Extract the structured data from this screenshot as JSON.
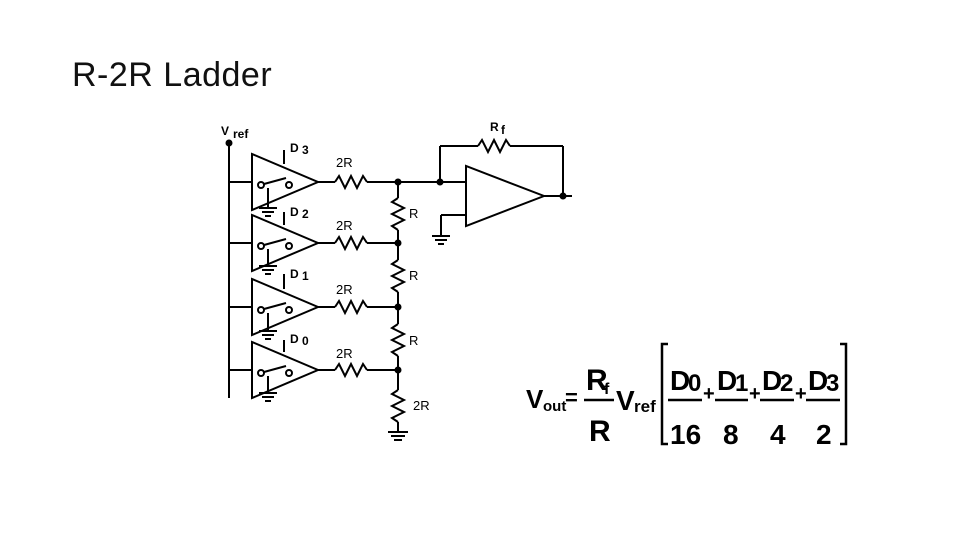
{
  "slide": {
    "title": "R-2R Ladder"
  },
  "circuit": {
    "vref_label": "V",
    "vref_sub": "ref",
    "rf_label": "R",
    "rf_sub": "f",
    "bits": [
      {
        "label": "D",
        "sub": "3",
        "resistor": "2R"
      },
      {
        "label": "D",
        "sub": "2",
        "resistor": "2R"
      },
      {
        "label": "D",
        "sub": "1",
        "resistor": "2R"
      },
      {
        "label": "D",
        "sub": "0",
        "resistor": "2R"
      }
    ],
    "ladder_resistors": [
      "R",
      "R",
      "R",
      "2R"
    ]
  },
  "equation": {
    "lhs": "V",
    "lhs_sub": "out",
    "equals": "=",
    "coef_num": "R",
    "coef_num_sub": "f",
    "coef_den": "R",
    "vref": "V",
    "vref_sub": "ref",
    "terms": [
      {
        "num": "D",
        "num_sub": "0",
        "den": "16"
      },
      {
        "num": "D",
        "num_sub": "1",
        "den": "8"
      },
      {
        "num": "D",
        "num_sub": "2",
        "den": "4"
      },
      {
        "num": "D",
        "num_sub": "3",
        "den": "2"
      }
    ],
    "plus": "+"
  }
}
